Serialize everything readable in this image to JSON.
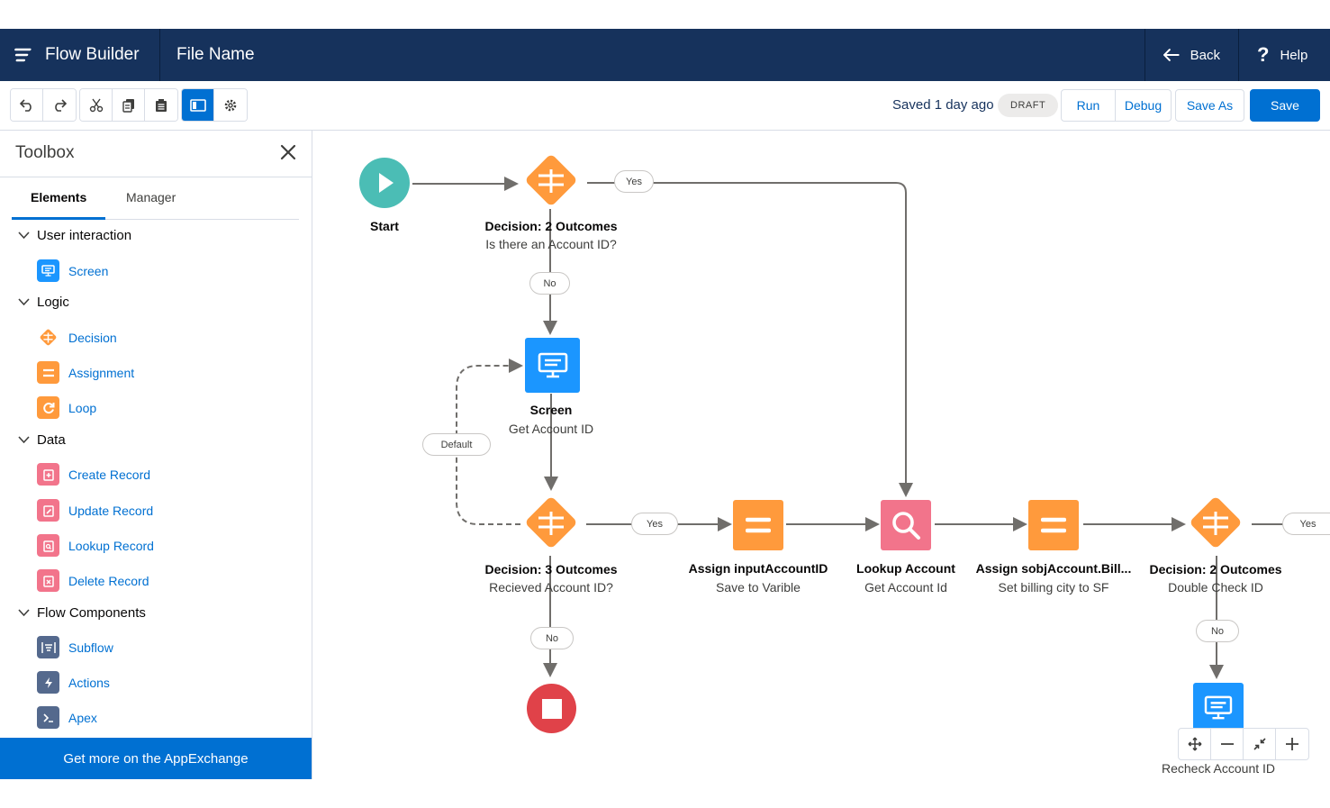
{
  "header": {
    "app_title": "Flow Builder",
    "file_name": "File Name",
    "back_label": "Back",
    "help_label": "Help"
  },
  "toolbar": {
    "saved_status": "Saved 1 day ago",
    "draft_badge": "DRAFT",
    "run_label": "Run",
    "debug_label": "Debug",
    "save_as_label": "Save As",
    "save_label": "Save"
  },
  "toolbox": {
    "title": "Toolbox",
    "tabs": [
      {
        "label": "Elements",
        "active": true
      },
      {
        "label": "Manager",
        "active": false
      }
    ],
    "sections": [
      {
        "label": "User interaction",
        "items": [
          {
            "label": "Screen",
            "icon": "screen-icon"
          }
        ]
      },
      {
        "label": "Logic",
        "items": [
          {
            "label": "Decision",
            "icon": "decision-icon"
          },
          {
            "label": "Assignment",
            "icon": "assignment-icon"
          },
          {
            "label": "Loop",
            "icon": "loop-icon"
          }
        ]
      },
      {
        "label": "Data",
        "items": [
          {
            "label": "Create Record",
            "icon": "create-record-icon"
          },
          {
            "label": "Update Record",
            "icon": "update-record-icon"
          },
          {
            "label": "Lookup Record",
            "icon": "lookup-record-icon"
          },
          {
            "label": "Delete Record",
            "icon": "delete-record-icon"
          }
        ]
      },
      {
        "label": "Flow Components",
        "items": [
          {
            "label": "Subflow",
            "icon": "subflow-icon"
          },
          {
            "label": "Actions",
            "icon": "actions-icon"
          },
          {
            "label": "Apex",
            "icon": "apex-icon"
          }
        ]
      }
    ],
    "appexchange_label": "Get more on the AppExchange"
  },
  "canvas": {
    "start": {
      "title": "Start"
    },
    "decision1": {
      "title": "Decision: 2 Outcomes",
      "subtitle": "Is there an Account ID?"
    },
    "screen1": {
      "title": "Screen",
      "subtitle": "Get Account ID"
    },
    "decision2": {
      "title": "Decision: 3 Outcomes",
      "subtitle": "Recieved Account ID?"
    },
    "assign1": {
      "title": "Assign inputAccountID",
      "subtitle": "Save to Varible"
    },
    "lookup1": {
      "title": "Lookup Account",
      "subtitle": "Get Account Id"
    },
    "assign2": {
      "title": "Assign sobjAccount.Bill...",
      "subtitle": "Set billing city to SF"
    },
    "decision3": {
      "title": "Decision: 2 Outcomes",
      "subtitle": "Double Check ID"
    },
    "screen2": {
      "title": "r",
      "subtitle": "Recheck  Account ID"
    },
    "connectors": {
      "yes1": "Yes",
      "no1": "No",
      "default1": "Default",
      "yes2": "Yes",
      "no2": "No",
      "yes3": "Yes",
      "no3": "No"
    }
  },
  "colors": {
    "header_bg": "#16325c",
    "brand": "#0070d2",
    "decision": "#ff9a3c",
    "screen": "#1b96ff",
    "lookup": "#f2748b",
    "start": "#4bbdb5",
    "end": "#e04249",
    "flow_component": "#54698d"
  }
}
